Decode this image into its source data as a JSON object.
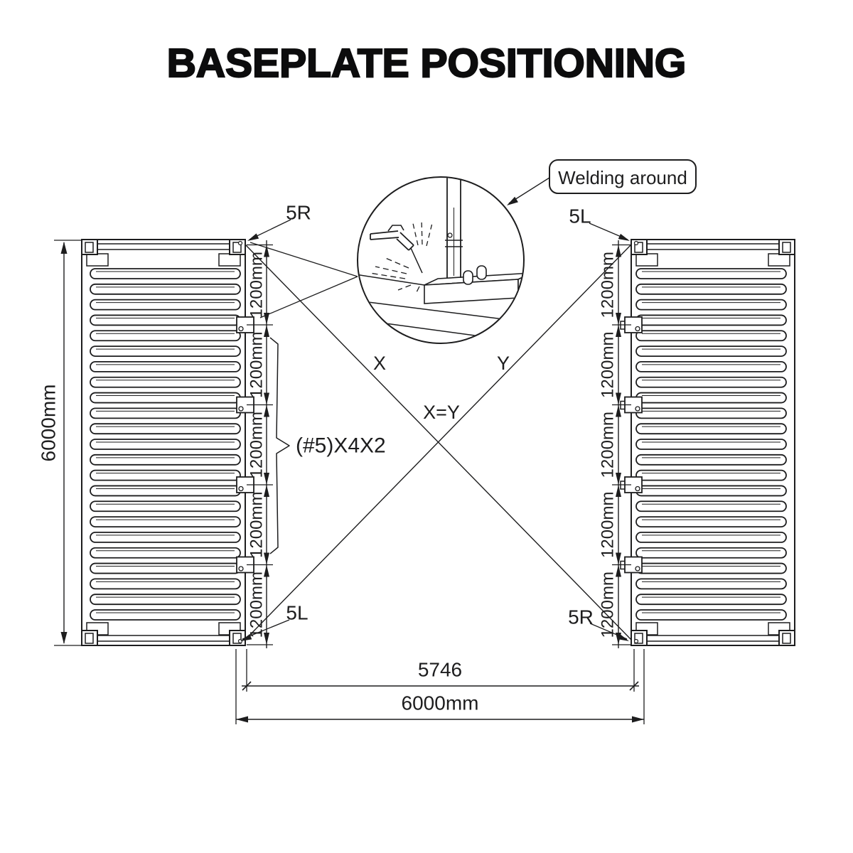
{
  "title": "BASEPLATE POSITIONING",
  "callout": {
    "text": "Welding around"
  },
  "labels": {
    "left_panel_top": "5R",
    "right_panel_top": "5L",
    "left_panel_bottom": "5L",
    "right_panel_bottom": "5R",
    "diagonal_x": "X",
    "diagonal_y": "Y",
    "diagonal_equal": "X=Y",
    "baseplate_note": "(#5)X4X2"
  },
  "dimensions": {
    "container_length": "6000mm",
    "segment_spacing": "1200mm",
    "segments_per_side": 5,
    "inner_span": "5746",
    "outer_span": "6000mm"
  },
  "structure": {
    "slats_per_panel": 23,
    "clips_per_inner_edge": 4
  },
  "colors": {
    "ink": "#1d1d1e",
    "background": "#ffffff"
  }
}
